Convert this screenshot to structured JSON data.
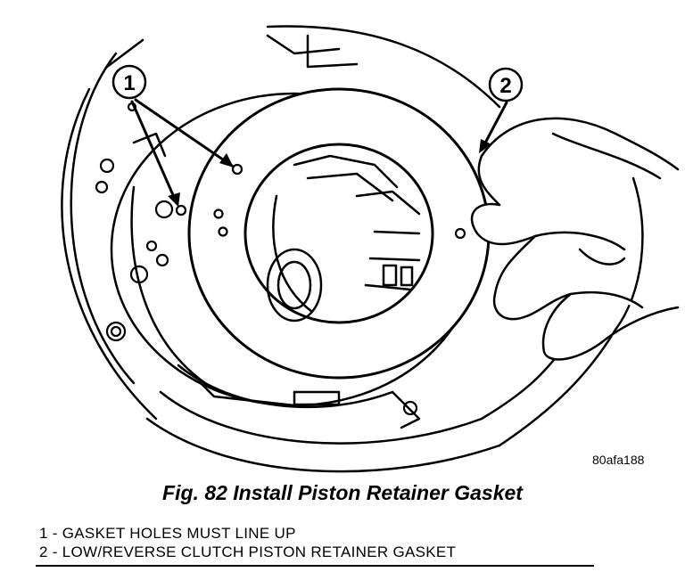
{
  "figure": {
    "code": "80afa188",
    "caption": "Fig. 82 Install Piston Retainer Gasket",
    "callouts": [
      "1",
      "2"
    ],
    "legend": [
      "1 - GASKET HOLES MUST LINE UP",
      "2 - LOW/REVERSE CLUTCH PISTON RETAINER GASKET"
    ]
  }
}
